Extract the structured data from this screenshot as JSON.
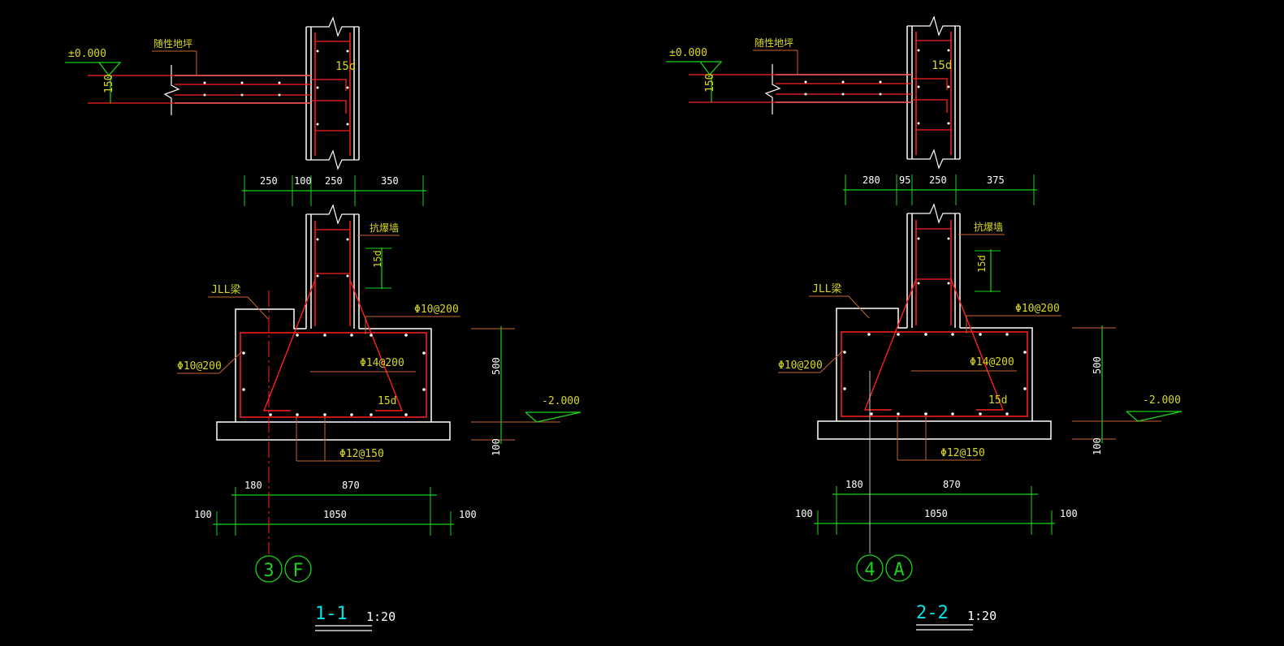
{
  "colors": {
    "background": "#000000",
    "outline": "#ffffff",
    "rebar": "#ff2020",
    "dimension": "#19d219",
    "text_yellow": "#d8d820",
    "axis_line": "#c8c8c8",
    "leader": "#c86432",
    "title_cyan": "#00e5e5"
  },
  "sections": [
    {
      "id": "1-1",
      "elevation_top": "±0.000",
      "slab_label": "随性地坪",
      "slab_thickness": "150",
      "wall_anchor": "15d",
      "top_dims": [
        "250",
        "100",
        "250",
        "350"
      ],
      "wall_label": "抗爆墙",
      "wall_anchor_2": "15d",
      "beam_label": "JLL梁",
      "rebar_top": "Φ10@200",
      "rebar_left": "Φ10@200",
      "rebar_diag": "Φ14@200",
      "rebar_anchor": "15d",
      "rebar_bottom": "Φ12@150",
      "height_dim": "500",
      "cushion_dim": "100",
      "elevation_bottom": "-2.000",
      "bottom_dims_1": [
        "180",
        "870"
      ],
      "bottom_dims_2": [
        "100",
        "1050",
        "100"
      ],
      "axis_bubbles": [
        "3",
        "F"
      ],
      "title": "1-1",
      "scale": "1:20"
    },
    {
      "id": "2-2",
      "elevation_top": "±0.000",
      "slab_label": "随性地坪",
      "slab_thickness": "150",
      "wall_anchor": "15d",
      "top_dims": [
        "280",
        "95",
        "250",
        "375"
      ],
      "wall_label": "抗爆墙",
      "wall_anchor_2": "15d",
      "beam_label": "JLL梁",
      "rebar_top": "Φ10@200",
      "rebar_left": "Φ10@200",
      "rebar_diag": "Φ14@200",
      "rebar_anchor": "15d",
      "rebar_bottom": "Φ12@150",
      "height_dim": "500",
      "cushion_dim": "100",
      "elevation_bottom": "-2.000",
      "bottom_dims_1": [
        "180",
        "870"
      ],
      "bottom_dims_2": [
        "100",
        "1050",
        "100"
      ],
      "axis_bubbles": [
        "4",
        "A"
      ],
      "title": "2-2",
      "scale": "1:20"
    }
  ]
}
